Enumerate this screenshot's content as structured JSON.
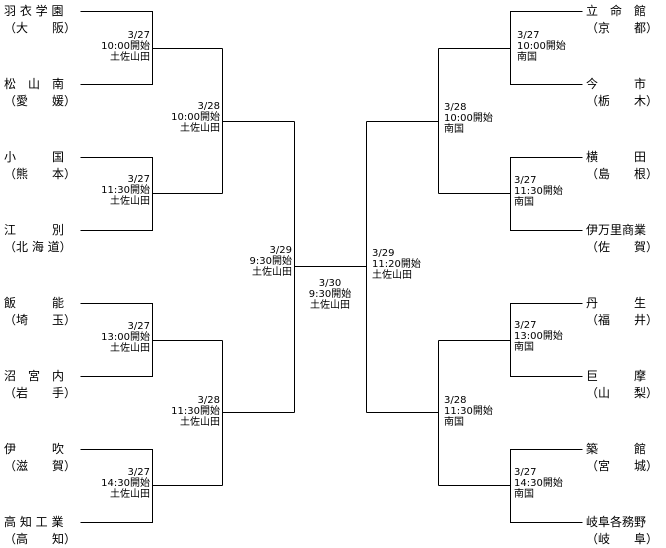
{
  "left_teams": [
    {
      "name": "羽 衣 学 園",
      "pref": "（大　　阪）"
    },
    {
      "name": "松　山　南",
      "pref": "（愛　　媛）"
    },
    {
      "name": "小　　　国",
      "pref": "（熊　　本）"
    },
    {
      "name": "江　　　別",
      "pref": "（北 海 道）"
    },
    {
      "name": "飯　　　能",
      "pref": "（埼　　玉）"
    },
    {
      "name": "沼　宮　内",
      "pref": "（岩　　手）"
    },
    {
      "name": "伊　　　吹",
      "pref": "（滋　　賀）"
    },
    {
      "name": "高 知 工 業",
      "pref": "（高　　知）"
    }
  ],
  "right_teams": [
    {
      "name": "立　命　館",
      "pref": "（京　　都）"
    },
    {
      "name": "今　　　市",
      "pref": "（栃　　木）"
    },
    {
      "name": "横　　　田",
      "pref": "（島　　根）"
    },
    {
      "name": "伊万里商業",
      "pref": "（佐　　賀）"
    },
    {
      "name": "丹　　　生",
      "pref": "（福　　井）"
    },
    {
      "name": "巨　　　摩",
      "pref": "（山　　梨）"
    },
    {
      "name": "築　　　館",
      "pref": "（宮　　城）"
    },
    {
      "name": "岐阜各務野",
      "pref": "（岐　　阜）"
    }
  ],
  "left_r1": [
    {
      "date": "3/27",
      "time": "10:00開始",
      "venue": "土佐山田"
    },
    {
      "date": "3/27",
      "time": "11:30開始",
      "venue": "土佐山田"
    },
    {
      "date": "3/27",
      "time": "13:00開始",
      "venue": "土佐山田"
    },
    {
      "date": "3/27",
      "time": "14:30開始",
      "venue": "土佐山田"
    }
  ],
  "left_r2": [
    {
      "date": "3/28",
      "time": "10:00開始",
      "venue": "土佐山田"
    },
    {
      "date": "3/28",
      "time": "11:30開始",
      "venue": "土佐山田"
    }
  ],
  "left_sf": {
    "date": "3/29",
    "time": "9:30開始",
    "venue": "土佐山田"
  },
  "final": {
    "date": "3/30",
    "time": "9:30開始",
    "venue": "土佐山田"
  },
  "right_sf": {
    "date": "3/29",
    "time": "11:20開始",
    "venue": "土佐山田"
  },
  "right_r2": [
    {
      "date": "3/28",
      "time": "10:00開始",
      "venue": "南国"
    },
    {
      "date": "3/28",
      "time": "11:30開始",
      "venue": "南国"
    }
  ],
  "right_r1": [
    {
      "date": "3/27",
      "time": "10:00開始",
      "venue": "南国"
    },
    {
      "date": "3/27",
      "time": "11:30開始",
      "venue": "南国"
    },
    {
      "date": "3/27",
      "time": "13:00開始",
      "venue": "南国"
    },
    {
      "date": "3/27",
      "time": "14:30開始",
      "venue": "南国"
    }
  ]
}
